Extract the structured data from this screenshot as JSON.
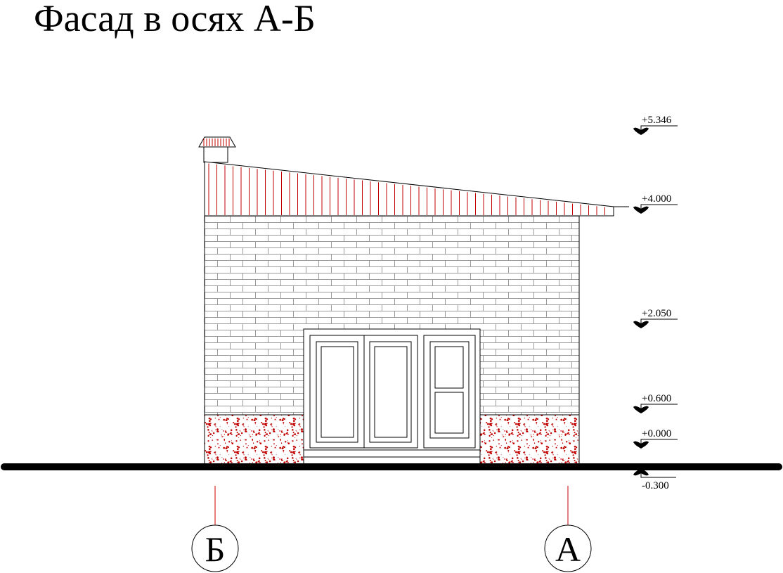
{
  "title": "Фасад в осях А-Б",
  "levels": [
    {
      "label": "+5.346"
    },
    {
      "label": "+4.000"
    },
    {
      "label": "+2.050"
    },
    {
      "label": "+0.600"
    },
    {
      "label": "+0.000"
    },
    {
      "label": "-0.300"
    }
  ],
  "axes": [
    {
      "label": "Б"
    },
    {
      "label": "А"
    }
  ],
  "colors": {
    "roof_hatch": "#c00000",
    "plinth_dots": "#c00000",
    "brick_lines": "#9a9a9a",
    "ground": "#000000",
    "axis_line": "#cc0000"
  }
}
